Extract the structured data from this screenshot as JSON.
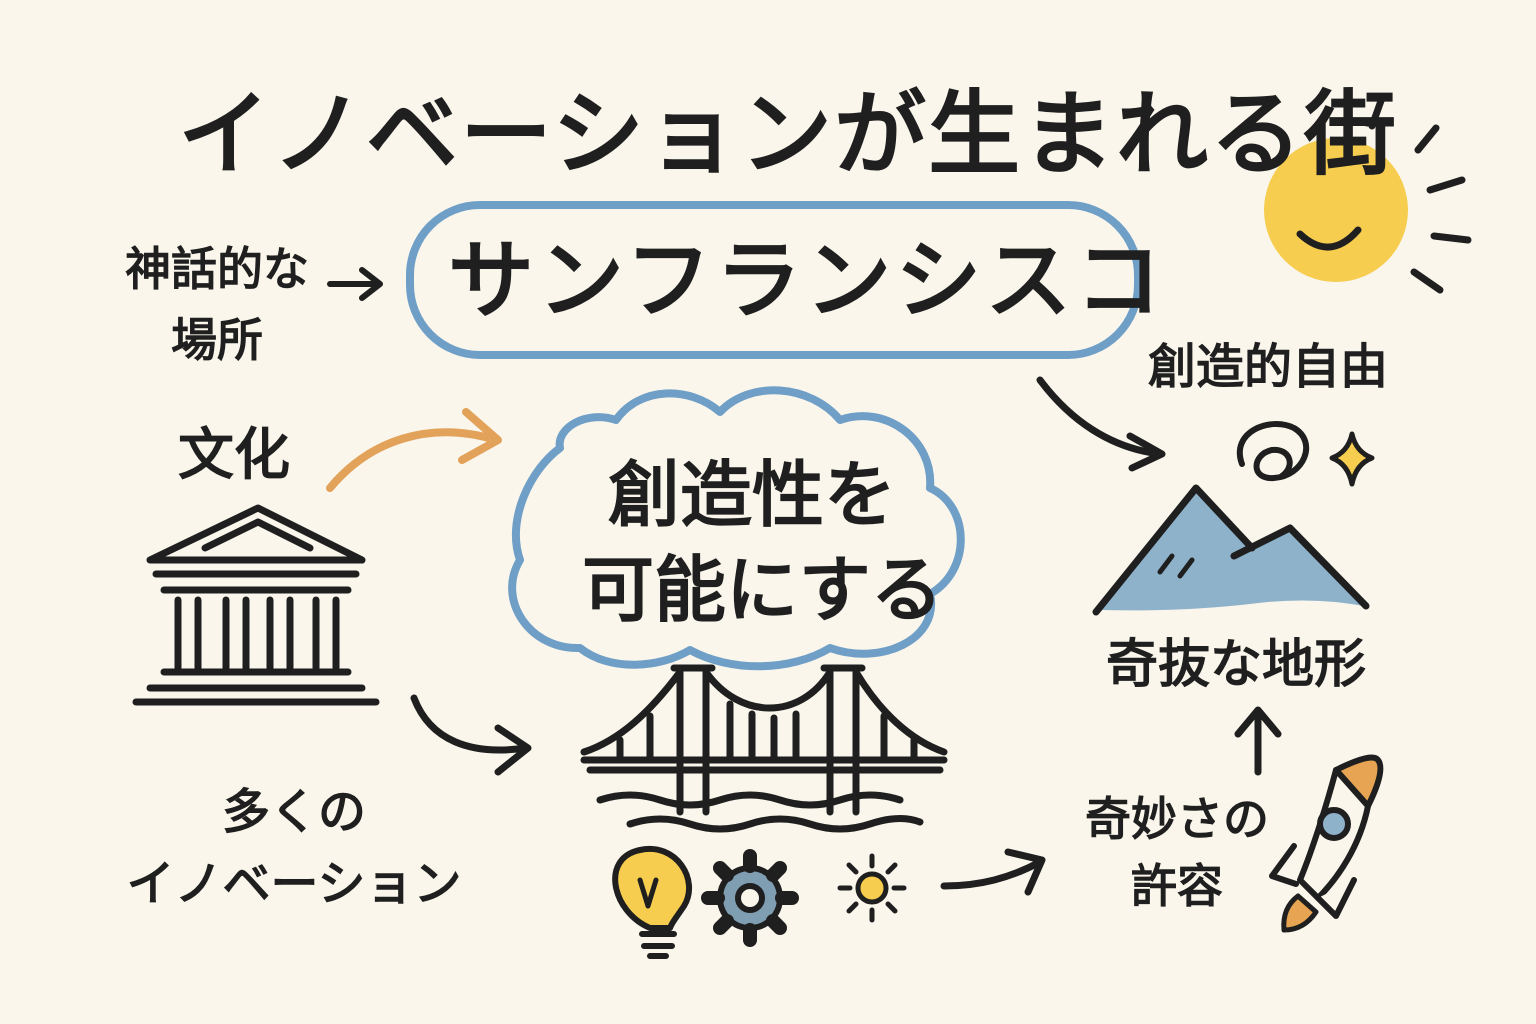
{
  "diagram": {
    "title": "イノベーションが生まれる街",
    "city": "サンフランシスコ",
    "center": {
      "line1": "創造性を",
      "line2": "可能にする"
    },
    "labels": {
      "myth_line1": "神話的な",
      "myth_line2": "場所",
      "culture": "文化",
      "many_line1": "多くの",
      "many_line2": "イノベーション",
      "creative_freedom": "創造的自由",
      "unusual_terrain": "奇抜な地形",
      "tolerance_line1": "奇妙さの",
      "tolerance_line2": "許容"
    },
    "icons": [
      "sun-icon",
      "building-icon",
      "bridge-icon",
      "mountain-icon",
      "rocket-icon",
      "lightbulb-icon",
      "gear-icon",
      "sparkle-icon",
      "swirl-icon"
    ],
    "colors": {
      "background": "#faf6ec",
      "ink": "#1f1f1f",
      "blue_outline": "#6f9fc6",
      "orange_arrow": "#e2a25a",
      "sun_yellow": "#f6cd4f",
      "mountain_blue": "#8fb2cb",
      "gear_blue": "#7f9eb2",
      "rocket_orange": "#e7a452"
    }
  }
}
